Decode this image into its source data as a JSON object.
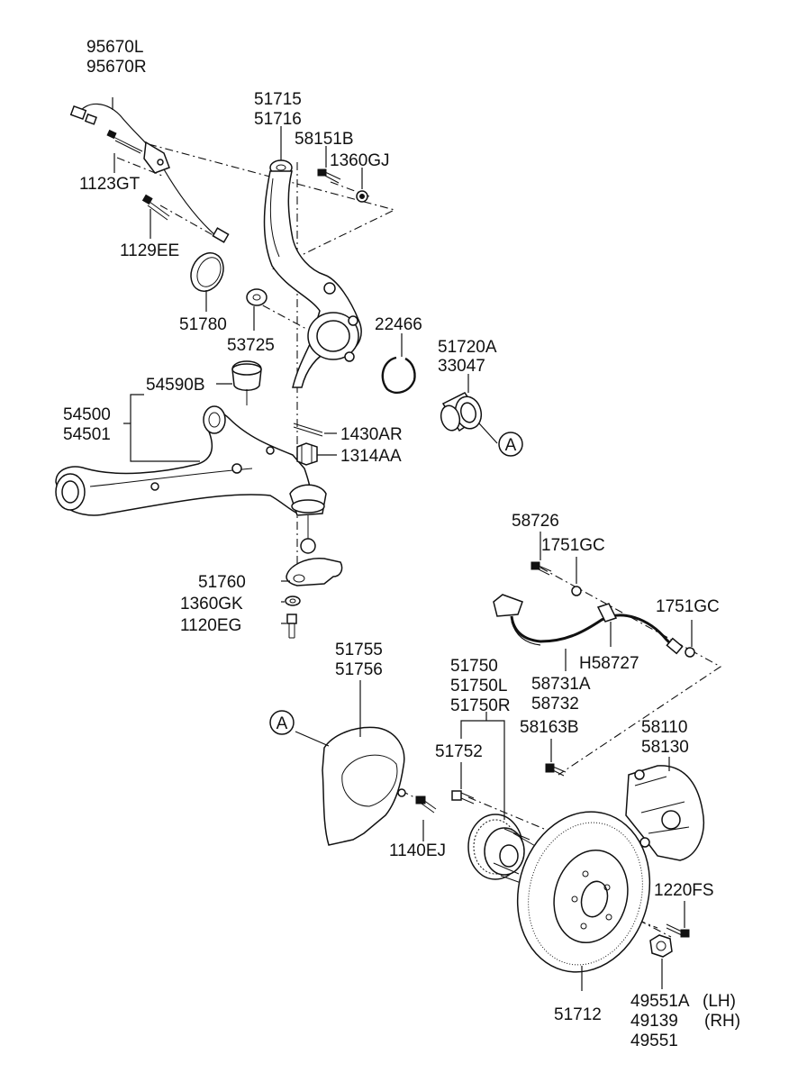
{
  "diagram": {
    "callout_ref": "A",
    "parts": [
      {
        "id": "wheel-speed-sensor",
        "codes": [
          "95670L",
          "95670R"
        ]
      },
      {
        "id": "sensor-bolt",
        "codes": [
          "1123GT"
        ]
      },
      {
        "id": "bolt-1129ee",
        "codes": [
          "1129EE"
        ]
      },
      {
        "id": "knuckle",
        "codes": [
          "51715",
          "51716"
        ]
      },
      {
        "id": "bolt-58151b",
        "codes": [
          "58151B"
        ]
      },
      {
        "id": "nut-1360gj",
        "codes": [
          "1360GJ"
        ]
      },
      {
        "id": "dust-cover-51780",
        "codes": [
          "51780"
        ]
      },
      {
        "id": "washer-53725",
        "codes": [
          "53725"
        ]
      },
      {
        "id": "snap-ring",
        "codes": [
          "22466"
        ]
      },
      {
        "id": "bearing",
        "codes": [
          "51720A",
          "33047"
        ]
      },
      {
        "id": "bushing",
        "codes": [
          "54590B"
        ]
      },
      {
        "id": "lower-arm",
        "codes": [
          "54500",
          "54501"
        ]
      },
      {
        "id": "split-pin",
        "codes": [
          "1430AR"
        ]
      },
      {
        "id": "castle-nut",
        "codes": [
          "1314AA"
        ]
      },
      {
        "id": "ball-joint",
        "codes": [
          "51760"
        ]
      },
      {
        "id": "washer-1360gk",
        "codes": [
          "1360GK"
        ]
      },
      {
        "id": "bolt-1120eg",
        "codes": [
          "1120EG"
        ]
      },
      {
        "id": "bolt-58726",
        "codes": [
          "58726"
        ]
      },
      {
        "id": "gasket-1751gc-a",
        "codes": [
          "1751GC"
        ]
      },
      {
        "id": "gasket-1751gc-b",
        "codes": [
          "1751GC"
        ]
      },
      {
        "id": "clip-h58727",
        "codes": [
          "H58727"
        ]
      },
      {
        "id": "brake-hose",
        "codes": [
          "58731A",
          "58732"
        ]
      },
      {
        "id": "dust-shield",
        "codes": [
          "51755",
          "51756"
        ]
      },
      {
        "id": "hub-assembly",
        "codes": [
          "51750",
          "51750L",
          "51750R"
        ]
      },
      {
        "id": "hub-bolt",
        "codes": [
          "51752"
        ]
      },
      {
        "id": "bolt-58163b",
        "codes": [
          "58163B"
        ]
      },
      {
        "id": "caliper",
        "codes": [
          "58110",
          "58130"
        ]
      },
      {
        "id": "screw-1140ej",
        "codes": [
          "1140EJ"
        ]
      },
      {
        "id": "screw-1220fs",
        "codes": [
          "1220FS"
        ]
      },
      {
        "id": "brake-disc",
        "codes": [
          "51712"
        ]
      },
      {
        "id": "hub-nut",
        "codes": [
          "49551A",
          "49139",
          "49551"
        ]
      }
    ],
    "side_notes": [
      "(LH)",
      "(RH)"
    ]
  }
}
